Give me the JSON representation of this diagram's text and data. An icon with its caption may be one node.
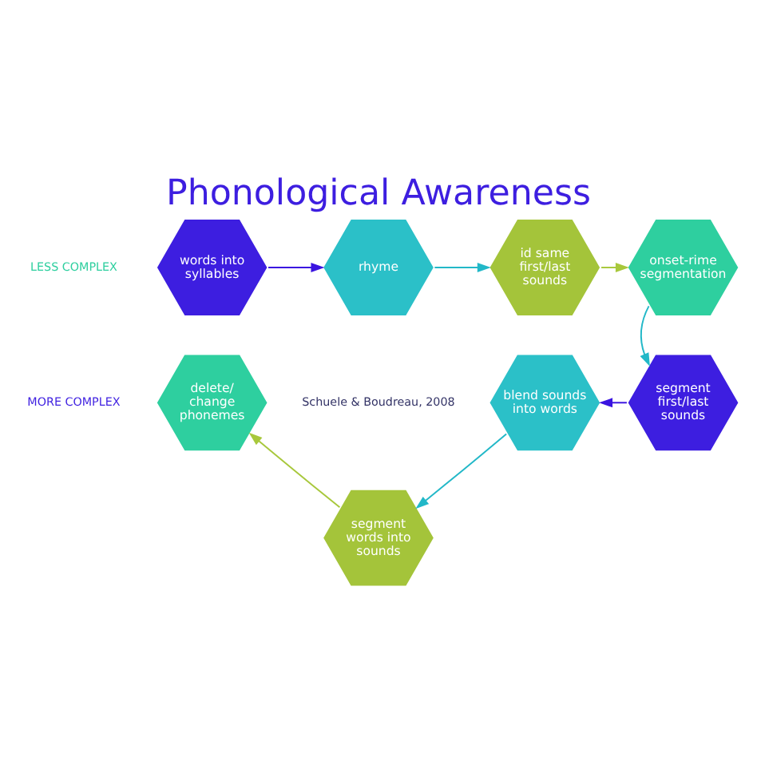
{
  "diagram": {
    "title": "Phonological Awareness",
    "nodes": [
      {
        "text": [
          "words into syllables"
        ]
      },
      {
        "text": [
          "rhyme"
        ]
      },
      {
        "text": [
          "id same first/last sounds"
        ]
      },
      {
        "text": [
          "onset-rime segmentation"
        ]
      },
      {
        "text": [
          "segment first/last sounds"
        ]
      },
      {
        "text": [
          "blend sounds into words"
        ]
      },
      {
        "text": [
          "segment words into sounds"
        ]
      },
      {
        "text": [
          "delete/ change phonemes"
        ]
      }
    ],
    "edges": [
      {
        "from": 0,
        "to": 1,
        "arrow": "to",
        "color": "#3a14e0"
      },
      {
        "from": 1,
        "to": 2,
        "arrow": "to",
        "color": "#22b8c8"
      },
      {
        "from": 2,
        "to": 3,
        "arrow": "to",
        "color": "#a8c83c"
      },
      {
        "from": 3,
        "to": 4,
        "arrow": "to",
        "color": "#22b8c8"
      },
      {
        "from": 4,
        "to": 5,
        "arrow": "to",
        "color": "#3a14e0"
      },
      {
        "from": 5,
        "to": 6,
        "arrow": "to",
        "color": "#22b8c8"
      },
      {
        "from": 6,
        "to": 7,
        "arrow": "to",
        "color": "#a8c83c"
      }
    ],
    "labels": [
      "LESS COMPLEX",
      "Schuele & Boudreau, 2008",
      "MORE COMPLEX"
    ]
  }
}
